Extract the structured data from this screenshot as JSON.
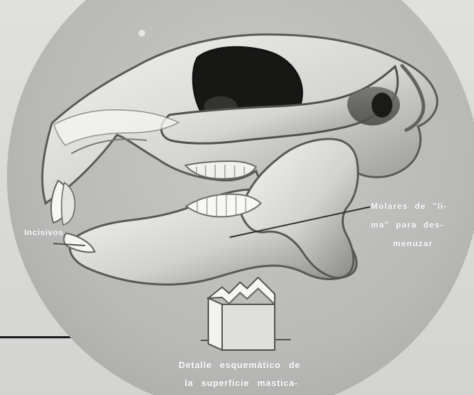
{
  "labels": {
    "incisivos": "Incisivos",
    "molares": [
      "Molares de \"li-",
      "ma\" para des-",
      "menuzar"
    ],
    "detalle": [
      "Detalle esquemático de",
      "la superficie mastica-"
    ]
  }
}
